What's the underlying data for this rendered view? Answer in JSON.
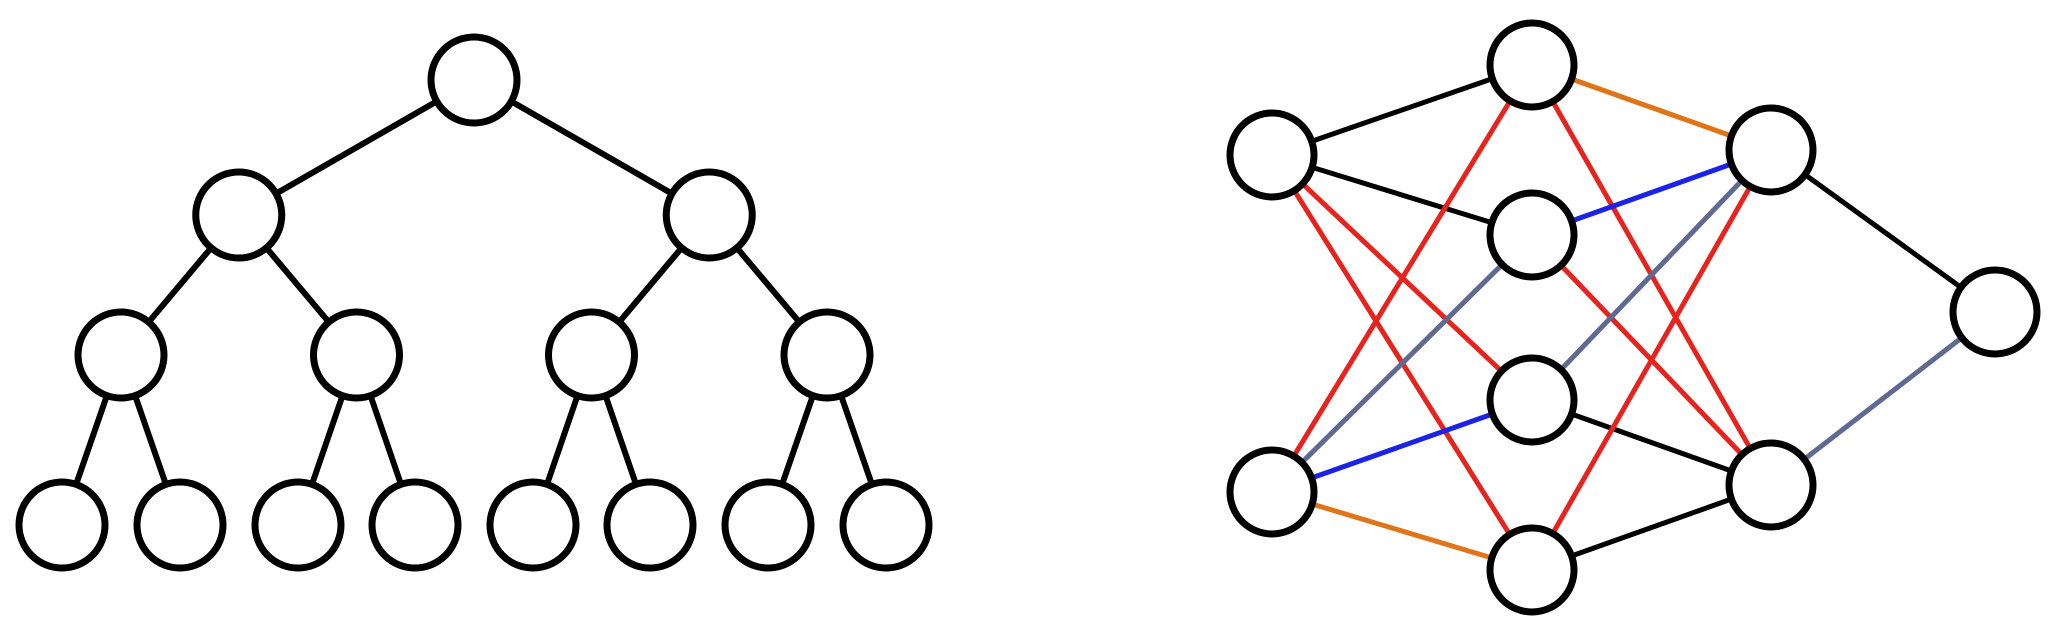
{
  "colors": {
    "background": "#ffffff",
    "node_stroke": "#000000",
    "edge_default": "#000000",
    "edge_red": "#e8221c",
    "edge_orange": "#e07418",
    "edge_blue": "#1a23e6",
    "edge_slate": "#5f6a92"
  },
  "tree": {
    "node_count": 15,
    "levels": 4,
    "branching": 2
  },
  "network": {
    "layers": [
      2,
      4,
      2,
      1
    ],
    "edges": [
      {
        "from": "i0",
        "to": "h0",
        "color": "edge_default"
      },
      {
        "from": "i0",
        "to": "h1",
        "color": "edge_default"
      },
      {
        "from": "i0",
        "to": "h2",
        "color": "edge_red"
      },
      {
        "from": "i0",
        "to": "h3",
        "color": "edge_red"
      },
      {
        "from": "i1",
        "to": "h0",
        "color": "edge_red"
      },
      {
        "from": "i1",
        "to": "h1",
        "color": "edge_slate"
      },
      {
        "from": "i1",
        "to": "h2",
        "color": "edge_blue"
      },
      {
        "from": "i1",
        "to": "h3",
        "color": "edge_orange"
      },
      {
        "from": "h0",
        "to": "o0",
        "color": "edge_orange"
      },
      {
        "from": "h0",
        "to": "o1",
        "color": "edge_red"
      },
      {
        "from": "h1",
        "to": "o0",
        "color": "edge_blue"
      },
      {
        "from": "h1",
        "to": "o1",
        "color": "edge_red"
      },
      {
        "from": "h2",
        "to": "o0",
        "color": "edge_slate"
      },
      {
        "from": "h2",
        "to": "o1",
        "color": "edge_default"
      },
      {
        "from": "h3",
        "to": "o0",
        "color": "edge_red"
      },
      {
        "from": "h3",
        "to": "o1",
        "color": "edge_default"
      },
      {
        "from": "o0",
        "to": "f0",
        "color": "edge_default"
      },
      {
        "from": "o1",
        "to": "f0",
        "color": "edge_slate"
      }
    ]
  }
}
